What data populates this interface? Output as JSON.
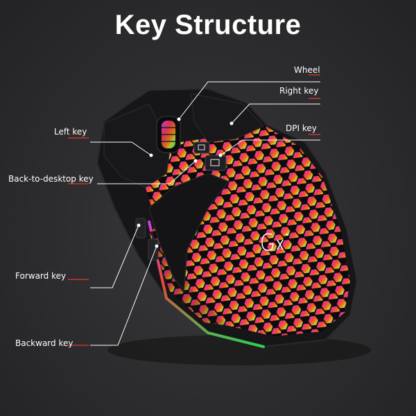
{
  "title": "Key Structure",
  "labels": {
    "wheel": "Wheel",
    "right_key": "Right key",
    "dpi_key": "DPI key",
    "left_key": "Left key",
    "back_to_desktop_key": "Back-to-desktop key",
    "forward_key": "Forward key",
    "backward_key": "Backward key"
  },
  "colors": {
    "background": "#2b2b2d",
    "leader_line": "#ffffff",
    "leader_accent": "#c0392b",
    "mouse_shell": "#141416",
    "rgb_top": "#e040fb",
    "rgb_mid": "#ff3b3b",
    "rgb_lower": "#ff8c1a",
    "rgb_bottom": "#39e639"
  },
  "icons": [
    "scroll-wheel-icon",
    "dpi-button-icon",
    "desktop-button-icon",
    "logo-mark-icon"
  ]
}
